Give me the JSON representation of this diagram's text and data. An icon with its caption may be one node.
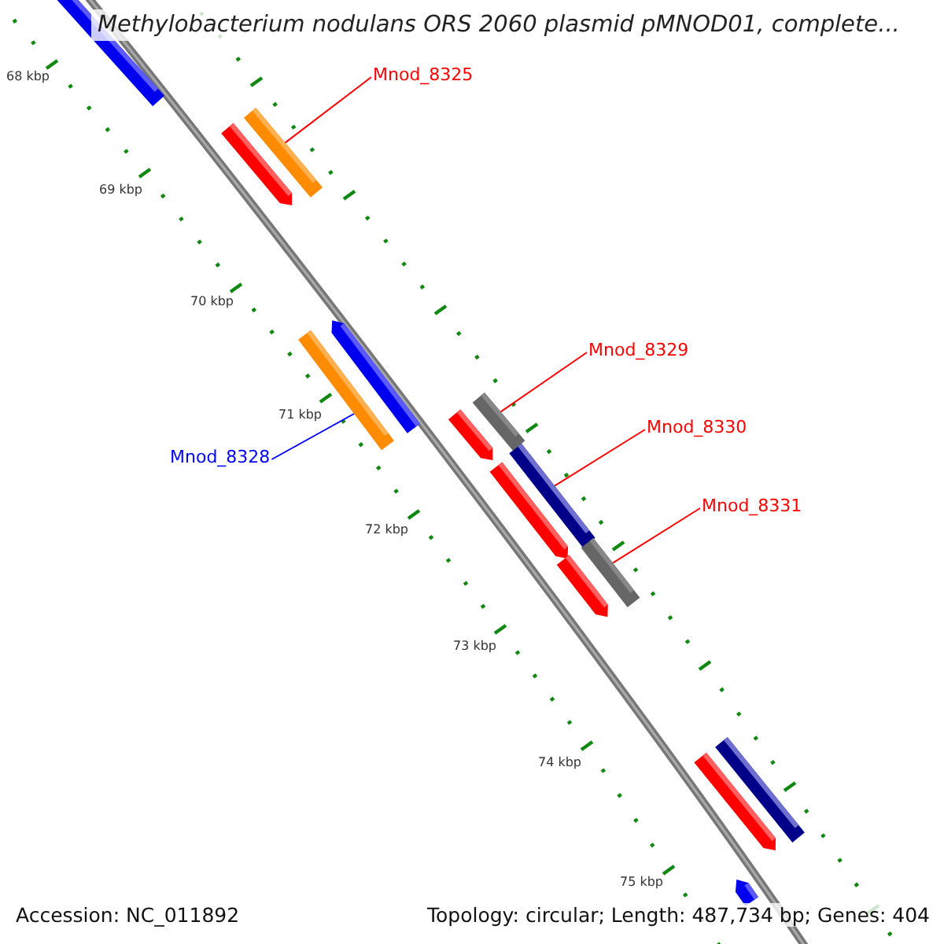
{
  "diagram": {
    "title": "Methylobacterium nodulans ORS 2060 plasmid pMNOD01, complete...",
    "nodes": [
      {
        "text": [
          "Mnod_8325"
        ]
      },
      {
        "text": [],
        "shape": "bar"
      },
      {
        "text": [
          "Mnod_8329"
        ]
      },
      {
        "text": [],
        "shape": "bar"
      },
      {
        "text": [
          "Mnod_8330"
        ]
      },
      {
        "text": [],
        "shape": "bar"
      },
      {
        "text": [
          "Mnod_8328"
        ]
      },
      {
        "text": [],
        "shape": "bar"
      },
      {
        "text": [
          "Mnod_8331"
        ]
      },
      {
        "text": [],
        "shape": "bar"
      },
      {
        "text": [],
        "shape": "bar"
      },
      {
        "text": [],
        "shape": "bar"
      },
      {
        "text": [],
        "shape": "bar"
      },
      {
        "text": [],
        "shape": "bar"
      },
      {
        "text": [],
        "shape": "bar"
      },
      {
        "text": [],
        "shape": "bar"
      },
      {
        "text": [],
        "shape": "bar"
      },
      {
        "text": [],
        "shape": "bar"
      },
      {
        "text": [],
        "shape": "bar"
      }
    ],
    "edges": [
      {
        "from": 0,
        "to": 1,
        "arrow": "none"
      },
      {
        "from": 2,
        "to": 3,
        "arrow": "none"
      },
      {
        "from": 4,
        "to": 5,
        "arrow": "none"
      },
      {
        "from": 6,
        "to": 7,
        "arrow": "none",
        "color": "#0000ff"
      },
      {
        "from": 8,
        "to": 9,
        "arrow": "none"
      }
    ],
    "labels": [
      "68 kbp",
      "69 kbp",
      "70 kbp",
      "71 kbp",
      "72 kbp",
      "73 kbp",
      "74 kbp",
      "75 kbp",
      "Accession: NC_011892",
      "Topology: circular; Length: 487,734 bp; Genes: 404"
    ]
  }
}
